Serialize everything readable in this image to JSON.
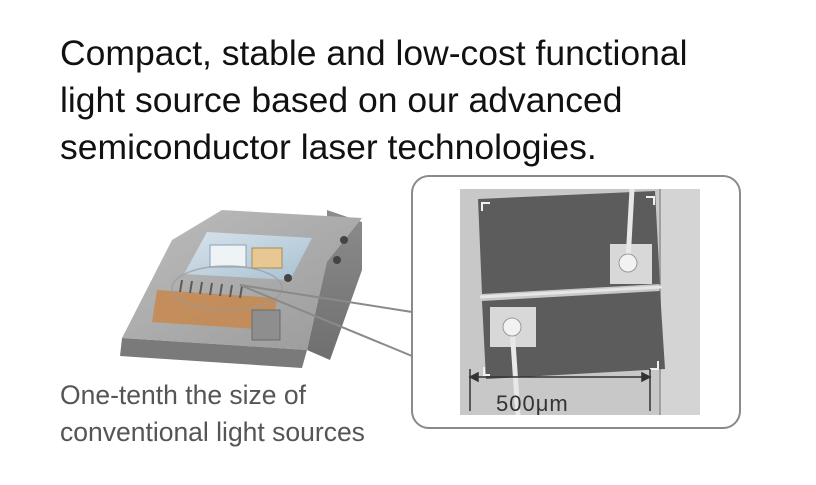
{
  "headline": {
    "line1": "Compact, stable and low-cost functional",
    "line2": "light source based on our advanced",
    "line3": "semiconductor laser technologies."
  },
  "caption": {
    "line1": "One-tenth the size of",
    "line2": "conventional light sources"
  },
  "inset": {
    "scale_value": "500",
    "scale_unit": "μm"
  },
  "colors": {
    "text": "#111111",
    "caption": "#555555",
    "frame": "#8a8a8a",
    "chip": "#5c5c5c",
    "substrate": "#c8c8c8"
  }
}
